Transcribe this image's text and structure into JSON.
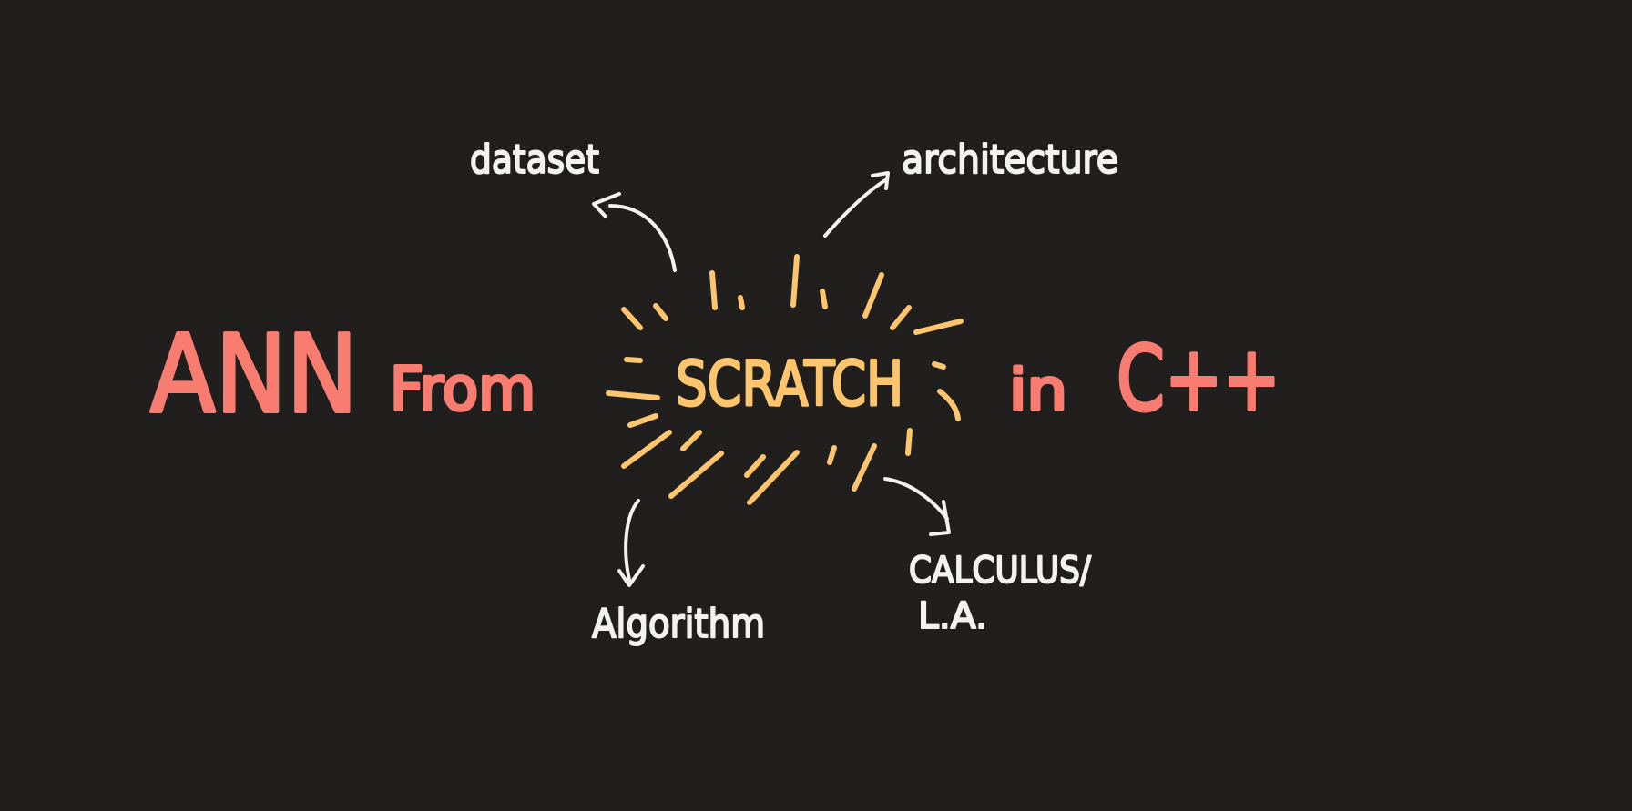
{
  "title": {
    "ann": "ANN",
    "from": "From",
    "scratch": "SCRATCH",
    "in": "in",
    "cpp": "C++"
  },
  "branches": {
    "dataset": "dataset",
    "architecture": "architecture",
    "algorithm": "Algorithm",
    "calculus_line1": "CALCULUS/",
    "calculus_line2": "L.A."
  },
  "colors": {
    "background": "#201f1e",
    "title": "#f87c70",
    "scratch": "#fdc66e",
    "notes": "#f2f2f0"
  }
}
